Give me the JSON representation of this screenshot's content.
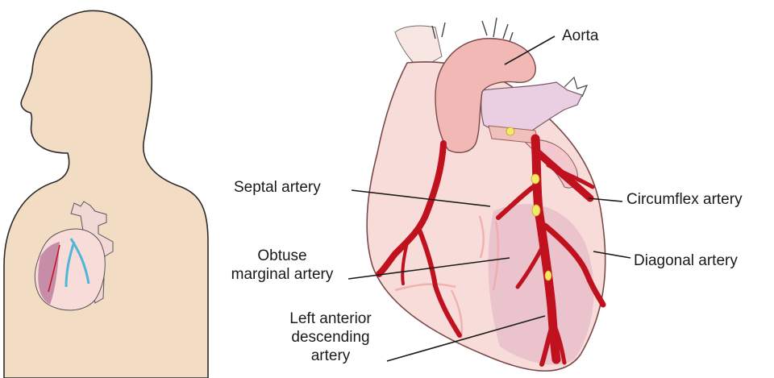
{
  "labels": {
    "aorta": "Aorta",
    "septal": "Septal artery",
    "circumflex": "Circumflex artery",
    "obtuse_line1": "Obtuse",
    "obtuse_line2": "marginal artery",
    "diagonal": "Diagonal artery",
    "lad_line1": "Left anterior",
    "lad_line2": "descending",
    "lad_line3": "artery"
  },
  "colors": {
    "body_fill": "#f3dcc4",
    "body_outline": "#2b2b2b",
    "heart_fill": "#f7dcd9",
    "heart_shade": "#e8b9c2",
    "aorta_fill": "#f2b8b6",
    "artery_red": "#c0111f",
    "plaque_yellow": "#f4ea6a",
    "leader_line": "#1a1a1a"
  }
}
